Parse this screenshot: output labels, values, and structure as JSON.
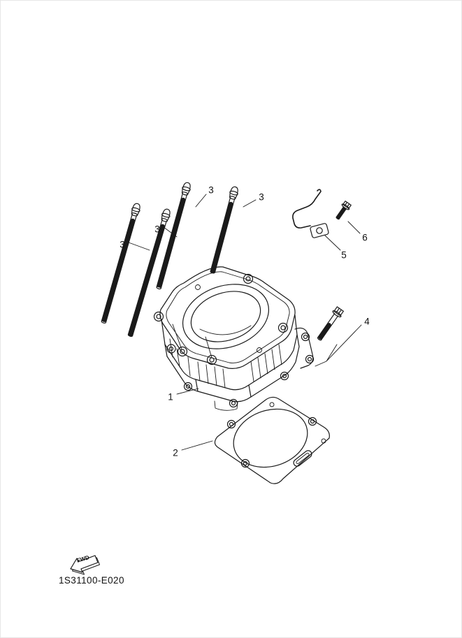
{
  "diagram": {
    "part_code": "1S31100-E020",
    "fwd_label": "FWD",
    "callouts": {
      "c1": "1",
      "c2": "2",
      "c3a": "3",
      "c3b": "3",
      "c3c": "3",
      "c3d": "3",
      "c4": "4",
      "c5": "5",
      "c6": "6"
    },
    "colors": {
      "line": "#1a1a1a",
      "background": "#ffffff"
    }
  }
}
